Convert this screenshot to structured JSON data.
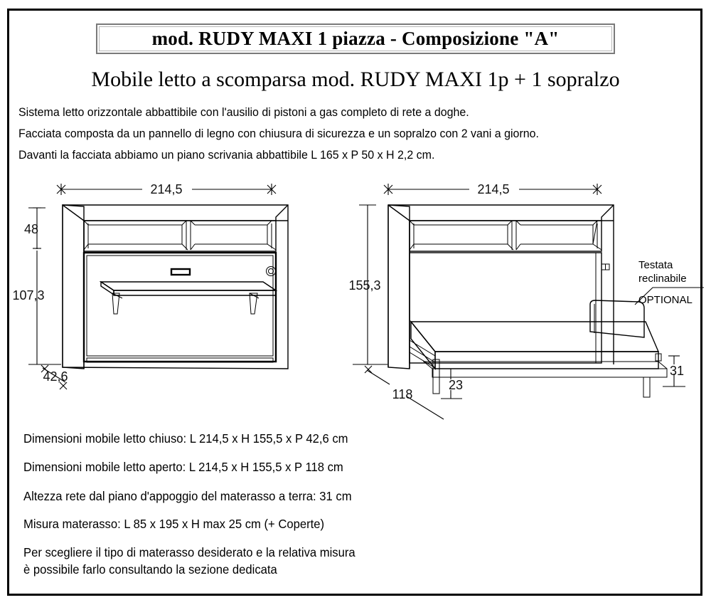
{
  "document": {
    "title_box": "mod. RUDY  MAXI 1 piazza - Composizione \"A\"",
    "subtitle": "Mobile letto a scomparsa mod. RUDY  MAXI 1p + 1 sopralzo",
    "intro_lines": [
      "Sistema letto orizzontale abbattibile con l'ausilio di pistoni a gas completo di rete a doghe.",
      "Facciata composta da un pannello di legno con chiusura di sicurezza e un sopralzo con 2 vani a giorno.",
      "Davanti la facciata abbiamo un piano scrivania abbattibile L 165 x P 50 x H 2,2 cm."
    ],
    "spec_lines": [
      "Dimensioni mobile letto chiuso: L 214,5 x H 155,5 x P 42,6 cm",
      "Dimensioni mobile letto aperto: L 214,5 x H 155,5 x P 118 cm",
      "Altezza rete dal piano d'appoggio del materasso a terra: 31 cm",
      "Misura materasso: L 85 x 195 x H max 25 cm (+ Coperte)",
      "Per scegliere il tipo di materasso desiderato e la relativa misura",
      "è possibile farlo consultando la sezione dedicata"
    ]
  },
  "drawing_left": {
    "caption": "closed-wall-bed-with-desk",
    "dimensions": {
      "width_top": "214,5",
      "sopralzo_height": "48",
      "cabinet_height": "107,3",
      "depth": "42,6"
    }
  },
  "drawing_right": {
    "caption": "open-wall-bed-with-mattress",
    "dimensions": {
      "width_top": "214,5",
      "total_height": "155,3",
      "open_depth": "118",
      "leg_offset": "23",
      "bed_height": "31"
    },
    "annotation": {
      "line1": "Testata",
      "line2": "reclinabile",
      "line3": "OPTIONAL"
    }
  },
  "colors": {
    "outline": "#000000",
    "mattress": "#FCFBEE",
    "mattress_side": "#F7F4E2",
    "headboard": "#E9E9E9",
    "panel_shade": "#F2F2F2",
    "leg_gray": "#C9C9C9",
    "title_border": "#7a7a7a"
  }
}
